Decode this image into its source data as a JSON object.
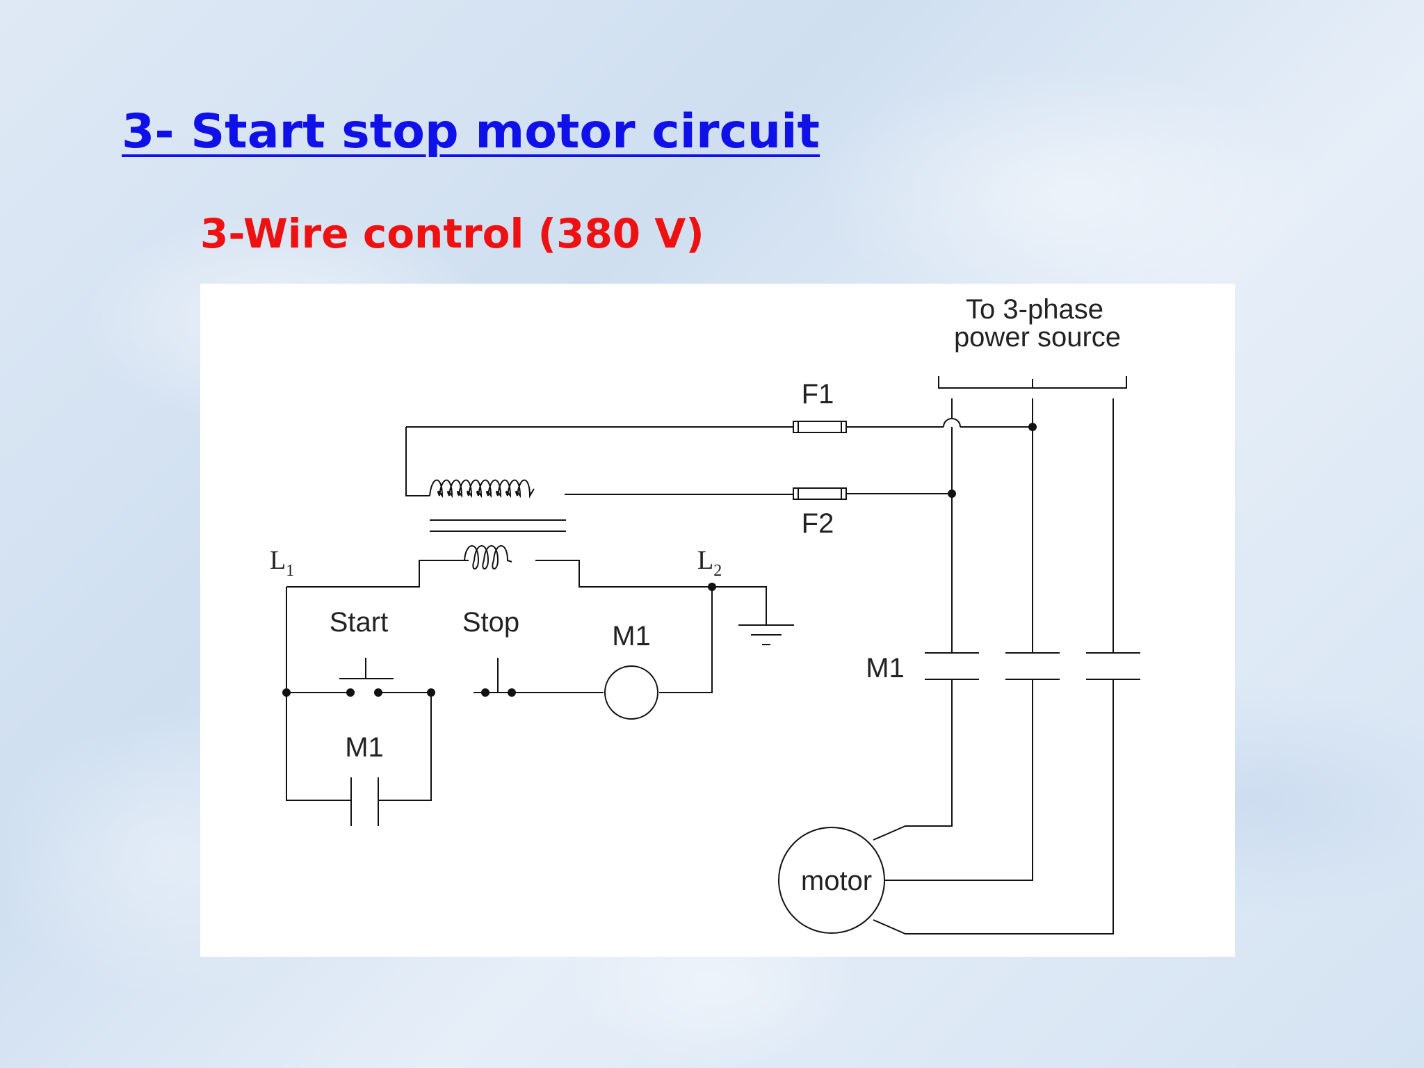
{
  "slide": {
    "title": "3- Start stop motor circuit",
    "subtitle": "3-Wire control (380 V)",
    "colors": {
      "title": "#1010e8",
      "subtitle": "#ee1111"
    }
  },
  "diagram": {
    "source_label_line1": "To 3-phase",
    "source_label_line2": "power source",
    "fuse1": "F1",
    "fuse2": "F2",
    "line1_main": "L",
    "line1_sub": "1",
    "line2_main": "L",
    "line2_sub": "2",
    "start_label": "Start",
    "stop_label": "Stop",
    "coil_label": "M1",
    "aux_contact_label": "M1",
    "main_contacts_label": "M1",
    "motor_label": "motor"
  }
}
